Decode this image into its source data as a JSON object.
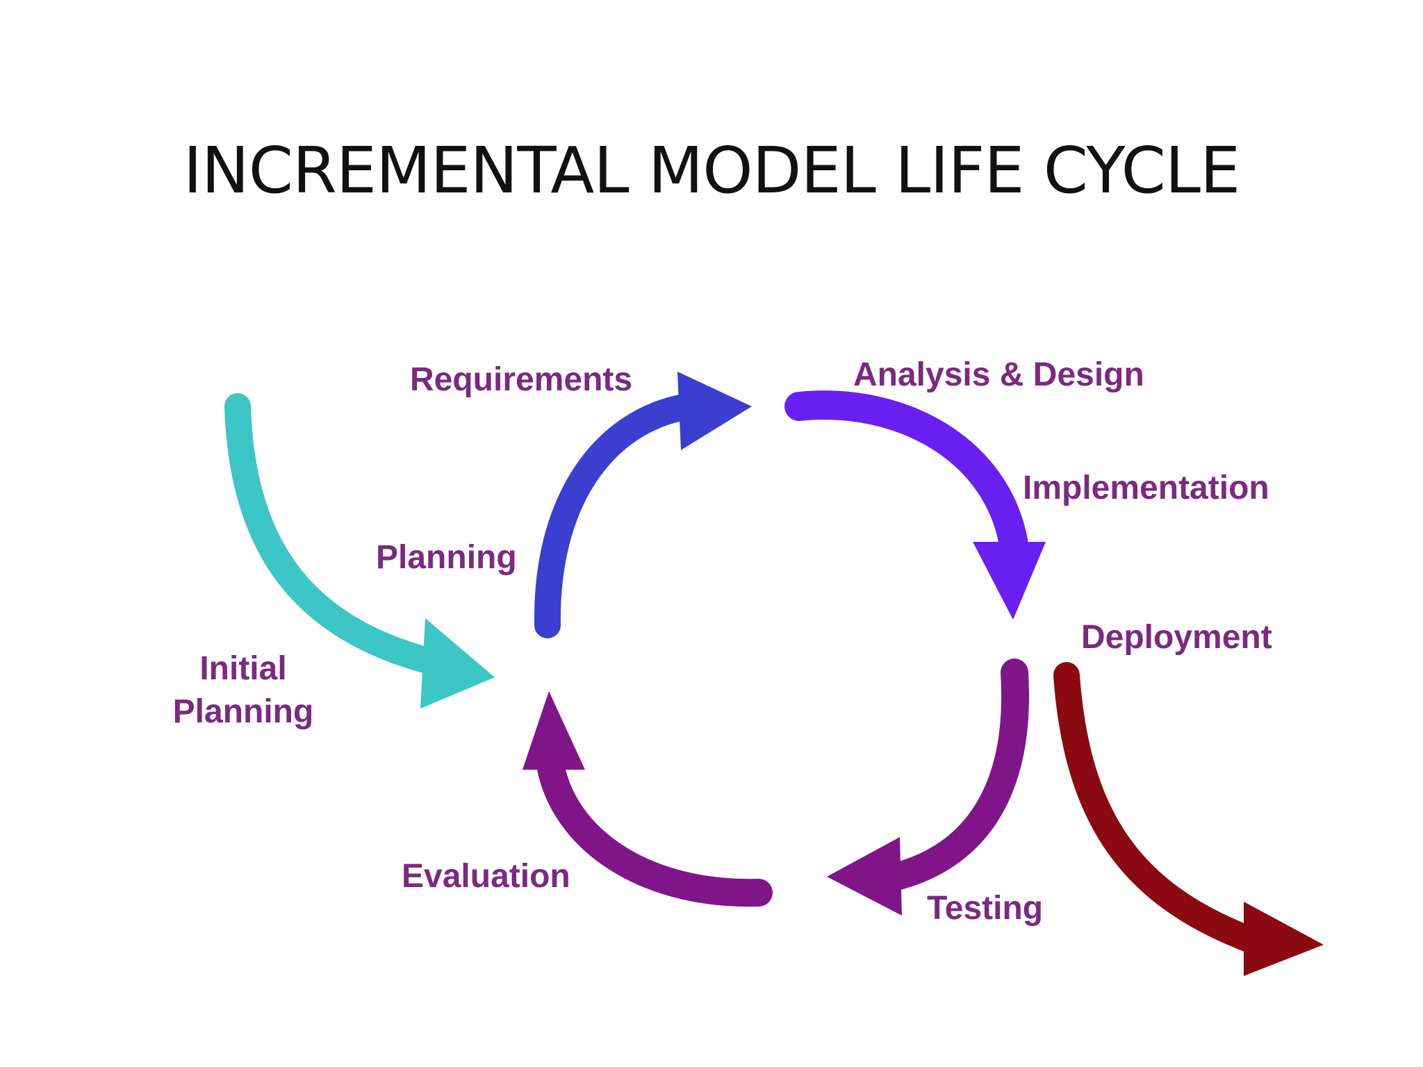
{
  "title": "INCREMENTAL MODEL LIFE CYCLE",
  "phases": {
    "initial_planning": {
      "line1": "Initial",
      "line2": "Planning"
    },
    "planning": "Planning",
    "requirements": "Requirements",
    "analysis_design": "Analysis & Design",
    "implementation": "Implementation",
    "deployment": "Deployment",
    "testing": "Testing",
    "evaluation": "Evaluation"
  },
  "colors": {
    "label": "#7b2a80",
    "initial_arrow": "#3cc6c6",
    "requirements_arrow": "#3a3fd0",
    "design_arrow": "#6a1ff2",
    "testing_arrow": "#80158a",
    "evaluation_arrow": "#80158a",
    "deployment_arrow": "#8b0a12"
  }
}
